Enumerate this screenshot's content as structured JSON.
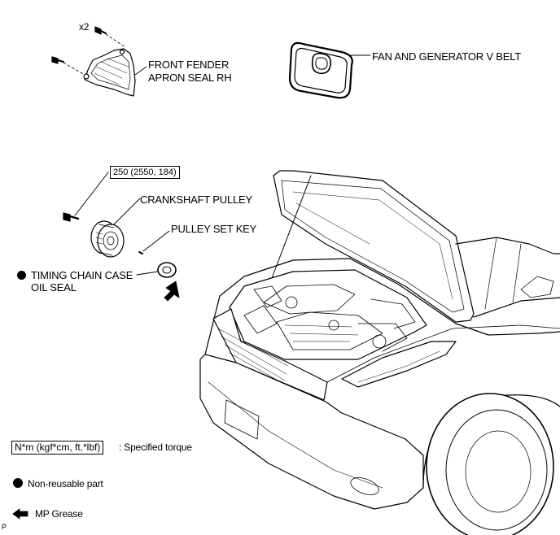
{
  "parts": {
    "screw_qty": "x2",
    "fender_seal_line1": "FRONT FENDER",
    "fender_seal_line2": "APRON SEAL RH",
    "v_belt": "FAN AND GENERATOR V BELT",
    "torque_value": "250 (2550, 184)",
    "crankshaft_pulley": "CRANKSHAFT PULLEY",
    "pulley_set_key": "PULLEY SET KEY",
    "oil_seal_line1": "TIMING CHAIN CASE",
    "oil_seal_line2": "OIL SEAL"
  },
  "legend": {
    "torque_units": "N*m (kgf*cm, ft.*lbf)",
    "torque_desc": ": Specified torque",
    "non_reusable": "Non-reusable part",
    "grease": "MP Grease"
  },
  "footer": {
    "code": "P"
  }
}
